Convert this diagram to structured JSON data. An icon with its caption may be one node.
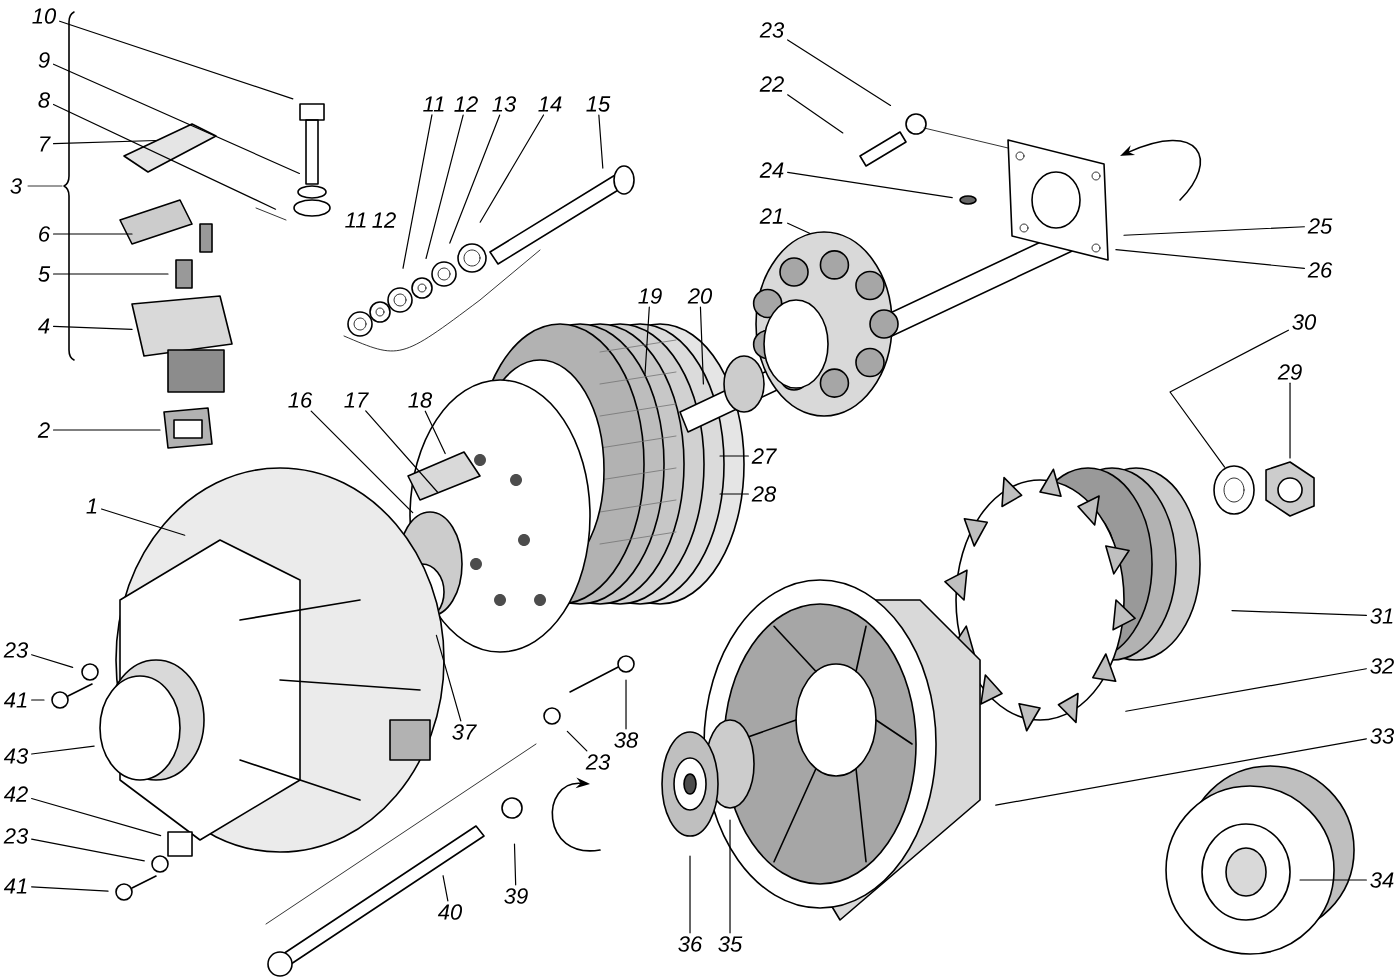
{
  "diagram": {
    "nodes": [
      {
        "text": [
          "10"
        ]
      },
      {
        "text": [
          "9"
        ]
      },
      {
        "text": [
          "8"
        ]
      },
      {
        "text": [
          "7"
        ]
      },
      {
        "text": [
          "6"
        ]
      },
      {
        "text": [
          "5"
        ]
      },
      {
        "text": [
          "4"
        ]
      },
      {
        "text": [
          "2"
        ]
      },
      {
        "text": [
          "11"
        ]
      },
      {
        "text": [
          "12"
        ]
      },
      {
        "text": [
          "13"
        ]
      },
      {
        "text": [
          "14"
        ]
      },
      {
        "text": [
          "15"
        ]
      },
      {
        "text": [
          "23"
        ]
      },
      {
        "text": [
          "22"
        ]
      },
      {
        "text": [
          "24"
        ]
      },
      {
        "text": [
          "21"
        ]
      },
      {
        "text": [
          "25"
        ]
      },
      {
        "text": [
          "26"
        ]
      },
      {
        "text": [
          "19"
        ]
      },
      {
        "text": [
          "20"
        ]
      },
      {
        "text": [
          "16"
        ]
      },
      {
        "text": [
          "17"
        ]
      },
      {
        "text": [
          "18"
        ]
      },
      {
        "text": [
          "27"
        ]
      },
      {
        "text": [
          "28"
        ]
      },
      {
        "text": [
          "30"
        ]
      },
      {
        "text": [
          "29"
        ]
      },
      {
        "text": [
          "1"
        ]
      },
      {
        "text": [
          "23"
        ]
      },
      {
        "text": [
          "41"
        ]
      },
      {
        "text": [
          "43"
        ]
      },
      {
        "text": [
          "42"
        ]
      },
      {
        "text": [
          "23"
        ]
      },
      {
        "text": [
          "41"
        ]
      },
      {
        "text": [
          "37"
        ]
      },
      {
        "text": [
          "23"
        ]
      },
      {
        "text": [
          "38"
        ]
      },
      {
        "text": [
          "39"
        ]
      },
      {
        "text": [
          "40"
        ]
      },
      {
        "text": [
          "36"
        ]
      },
      {
        "text": [
          "35"
        ]
      },
      {
        "text": [
          "31"
        ]
      },
      {
        "text": [
          "32"
        ]
      },
      {
        "text": [
          "33"
        ]
      },
      {
        "text": [
          "34"
        ]
      }
    ],
    "edges": [
      {
        "from": 0,
        "to": null,
        "arrow": "none"
      },
      {
        "from": 1,
        "to": null,
        "arrow": "none"
      },
      {
        "from": 2,
        "to": null,
        "arrow": "none"
      },
      {
        "from": 3,
        "to": null,
        "arrow": "none"
      },
      {
        "from": 4,
        "to": null,
        "arrow": "none"
      },
      {
        "from": 5,
        "to": null,
        "arrow": "none"
      },
      {
        "from": 6,
        "to": null,
        "arrow": "none"
      },
      {
        "from": 7,
        "to": null,
        "arrow": "none"
      },
      {
        "from": 8,
        "to": null,
        "arrow": "none"
      },
      {
        "from": 9,
        "to": null,
        "arrow": "none"
      },
      {
        "from": 10,
        "to": null,
        "arrow": "none"
      },
      {
        "from": 11,
        "to": null,
        "arrow": "none"
      },
      {
        "from": 12,
        "to": null,
        "arrow": "none"
      },
      {
        "from": 13,
        "to": null,
        "arrow": "none"
      },
      {
        "from": 14,
        "to": null,
        "arrow": "none"
      },
      {
        "from": 15,
        "to": null,
        "arrow": "none"
      },
      {
        "from": 16,
        "to": null,
        "arrow": "none"
      },
      {
        "from": 17,
        "to": null,
        "arrow": "none"
      },
      {
        "from": 18,
        "to": null,
        "arrow": "none"
      },
      {
        "from": 19,
        "to": null,
        "arrow": "none"
      },
      {
        "from": 20,
        "to": null,
        "arrow": "none"
      },
      {
        "from": 21,
        "to": null,
        "arrow": "none"
      },
      {
        "from": 22,
        "to": null,
        "arrow": "none"
      },
      {
        "from": 23,
        "to": null,
        "arrow": "none"
      },
      {
        "from": 24,
        "to": null,
        "arrow": "none"
      },
      {
        "from": 25,
        "to": null,
        "arrow": "none"
      },
      {
        "from": 26,
        "to": null,
        "arrow": "none"
      },
      {
        "from": 27,
        "to": null,
        "arrow": "none"
      },
      {
        "from": 28,
        "to": null,
        "arrow": "none"
      },
      {
        "from": 29,
        "to": null,
        "arrow": "none"
      },
      {
        "from": 30,
        "to": null,
        "arrow": "none"
      },
      {
        "from": 31,
        "to": null,
        "arrow": "none"
      },
      {
        "from": 32,
        "to": null,
        "arrow": "none"
      },
      {
        "from": 33,
        "to": null,
        "arrow": "none"
      },
      {
        "from": 34,
        "to": null,
        "arrow": "none"
      },
      {
        "from": 35,
        "to": null,
        "arrow": "none"
      },
      {
        "from": 36,
        "to": null,
        "arrow": "none"
      },
      {
        "from": 37,
        "to": null,
        "arrow": "none"
      },
      {
        "from": 38,
        "to": null,
        "arrow": "none"
      },
      {
        "from": 39,
        "to": null,
        "arrow": "none"
      },
      {
        "from": 40,
        "to": null,
        "arrow": "none"
      },
      {
        "from": 41,
        "to": null,
        "arrow": "none"
      },
      {
        "from": 42,
        "to": null,
        "arrow": "none"
      },
      {
        "from": 43,
        "to": null,
        "arrow": "none"
      },
      {
        "from": 44,
        "to": null,
        "arrow": "none"
      },
      {
        "from": 45,
        "to": null,
        "arrow": "none"
      }
    ],
    "labels": [
      "3",
      "11",
      "12"
    ]
  }
}
